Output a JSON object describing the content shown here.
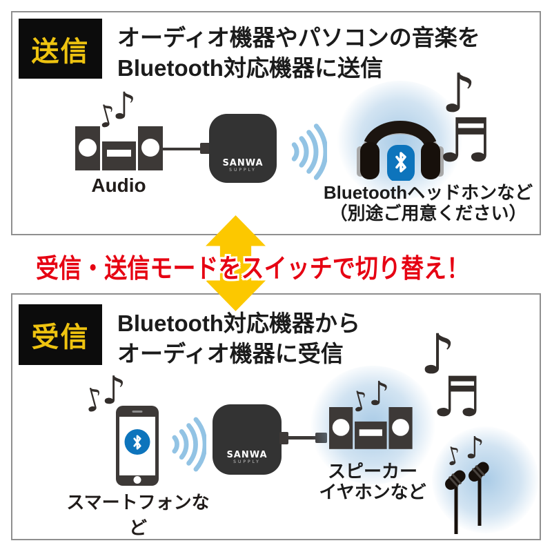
{
  "colors": {
    "accent_yellow": "#eec310",
    "arrow_yellow": "#fcc800",
    "alert_red": "#e60012",
    "bluetooth_blue": "#0d74bc",
    "wave_blue": "#92c3e4",
    "icon_dark": "#3d3937",
    "panel_border": "#8f8f8f",
    "badge_background": "#0c0c0c"
  },
  "icons": {
    "note_single": "♪",
    "note_beamed": "♬"
  },
  "device": {
    "brand": "SANWA",
    "brand_sub": "SUPPLY"
  },
  "transmit_section": {
    "badge": "送信",
    "heading_line1": "オーディオ機器やパソコンの音楽を",
    "heading_line2": "Bluetooth対応機器に送信",
    "source_label": "Audio",
    "caption_line1": "Bluetoothヘッドホンなど",
    "caption_line2": "（別途ご用意ください）"
  },
  "switch_banner": {
    "text": "受信・送信モードをスイッチで切り替え！"
  },
  "receive_section": {
    "badge": "受信",
    "heading_line1": "Bluetooth対応機器から",
    "heading_line2": "オーディオ機器に受信",
    "source_label": "スマートフォンなど",
    "caption_line1": "スピーカー",
    "caption_line2": "イヤホンなど"
  }
}
